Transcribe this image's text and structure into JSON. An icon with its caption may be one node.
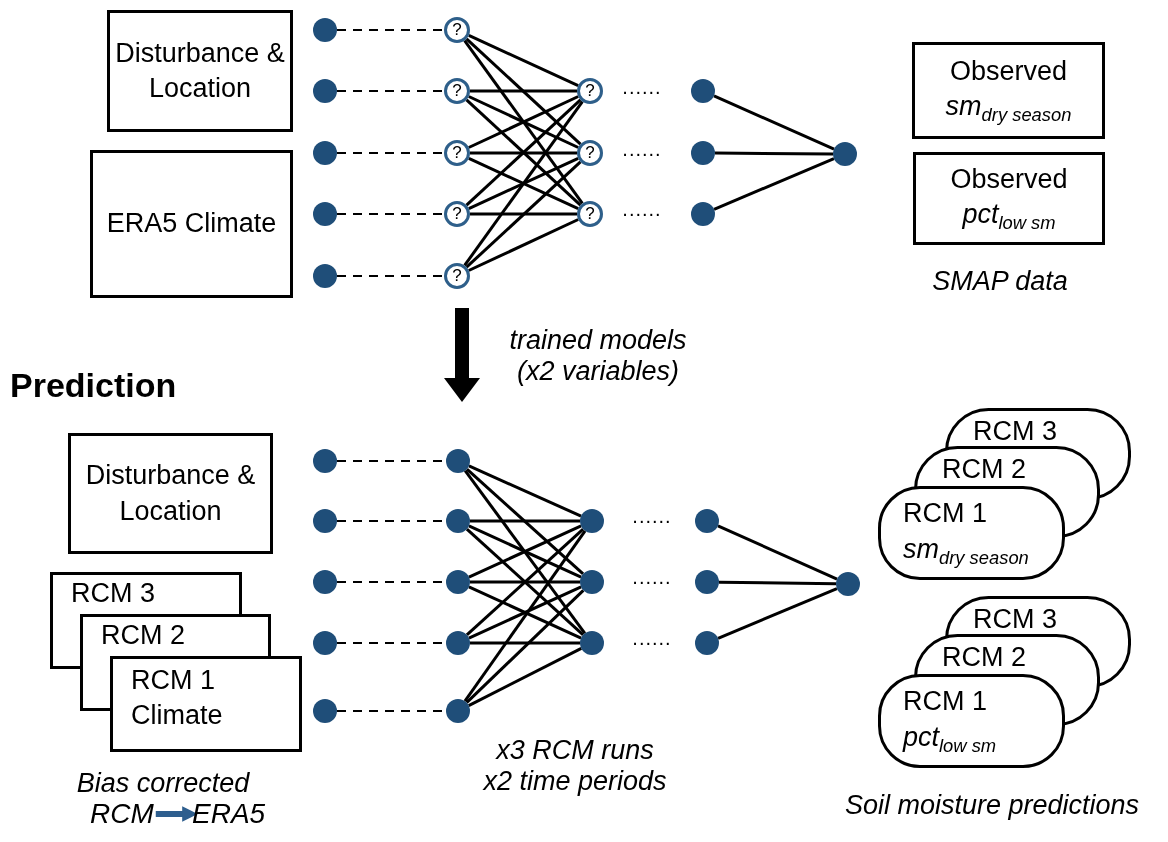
{
  "diagram": {
    "nodes": [
      {
        "text": [
          "Disturbance & Location"
        ]
      },
      {
        "text": [
          "ERA5 Climate"
        ]
      },
      {
        "text": [],
        "shape": "circle"
      },
      {
        "text": [],
        "shape": "circle"
      },
      {
        "text": [],
        "shape": "circle"
      },
      {
        "text": [],
        "shape": "circle"
      },
      {
        "text": [],
        "shape": "circle"
      },
      {
        "text": [
          "?"
        ]
      },
      {
        "text": [
          "?"
        ]
      },
      {
        "text": [
          "?"
        ]
      },
      {
        "text": [
          "?"
        ]
      },
      {
        "text": [
          "?"
        ]
      },
      {
        "text": [
          "?"
        ]
      },
      {
        "text": [
          "?"
        ]
      },
      {
        "text": [
          "?"
        ]
      },
      {
        "text": [],
        "shape": "circle"
      },
      {
        "text": [],
        "shape": "circle"
      },
      {
        "text": [],
        "shape": "circle"
      },
      {
        "text": [],
        "shape": "circle"
      },
      {
        "text": [
          "Observed",
          "sm$_{dry season}$"
        ]
      },
      {
        "text": [
          "Observed",
          "pct$_{low sm}$"
        ]
      },
      {
        "text": [
          "Disturbance & Location"
        ]
      },
      {
        "text": [
          "RCM 3"
        ]
      },
      {
        "text": [
          "RCM 2"
        ]
      },
      {
        "text": [
          "RCM 1 Climate"
        ]
      },
      {
        "text": [
          "RCM"
        ]
      },
      {
        "text": [
          "ERA5"
        ]
      },
      {
        "text": [],
        "shape": "circle"
      },
      {
        "text": [],
        "shape": "circle"
      },
      {
        "text": [],
        "shape": "circle"
      },
      {
        "text": [],
        "shape": "circle"
      },
      {
        "text": [],
        "shape": "circle"
      },
      {
        "text": [],
        "shape": "circle"
      },
      {
        "text": [],
        "shape": "circle"
      },
      {
        "text": [],
        "shape": "circle"
      },
      {
        "text": [],
        "shape": "circle"
      },
      {
        "text": [],
        "shape": "circle"
      },
      {
        "text": [],
        "shape": "circle"
      },
      {
        "text": [],
        "shape": "circle"
      },
      {
        "text": [],
        "shape": "circle"
      },
      {
        "text": [],
        "shape": "circle"
      },
      {
        "text": [],
        "shape": "circle"
      },
      {
        "text": [],
        "shape": "circle"
      },
      {
        "text": [],
        "shape": "circle"
      },
      {
        "text": [
          "RCM 3"
        ]
      },
      {
        "text": [
          "RCM 2"
        ]
      },
      {
        "text": [
          "RCM 1",
          "sm$_{dry season}$"
        ]
      },
      {
        "text": [
          "RCM 3"
        ]
      },
      {
        "text": [
          "RCM 2"
        ]
      },
      {
        "text": [
          "RCM 1",
          "pct$_{low sm}$"
        ]
      }
    ],
    "edges": [
      {
        "from": 2,
        "to": 7,
        "arrow": "none",
        "style": "dashed"
      },
      {
        "from": 3,
        "to": 8,
        "arrow": "none",
        "style": "dashed"
      },
      {
        "from": 4,
        "to": 9,
        "arrow": "none",
        "style": "dashed"
      },
      {
        "from": 5,
        "to": 10,
        "arrow": "none",
        "style": "dashed"
      },
      {
        "from": 6,
        "to": 11,
        "arrow": "none",
        "style": "dashed"
      },
      {
        "from": 7,
        "to": 12,
        "arrow": "none"
      },
      {
        "from": 7,
        "to": 13,
        "arrow": "none"
      },
      {
        "from": 7,
        "to": 14,
        "arrow": "none"
      },
      {
        "from": 8,
        "to": 12,
        "arrow": "none"
      },
      {
        "from": 8,
        "to": 13,
        "arrow": "none"
      },
      {
        "from": 8,
        "to": 14,
        "arrow": "none"
      },
      {
        "from": 9,
        "to": 12,
        "arrow": "none"
      },
      {
        "from": 9,
        "to": 13,
        "arrow": "none"
      },
      {
        "from": 9,
        "to": 14,
        "arrow": "none"
      },
      {
        "from": 10,
        "to": 12,
        "arrow": "none"
      },
      {
        "from": 10,
        "to": 13,
        "arrow": "none"
      },
      {
        "from": 10,
        "to": 14,
        "arrow": "none"
      },
      {
        "from": 11,
        "to": 12,
        "arrow": "none"
      },
      {
        "from": 11,
        "to": 13,
        "arrow": "none"
      },
      {
        "from": 11,
        "to": 14,
        "arrow": "none"
      },
      {
        "from": 15,
        "to": 18,
        "arrow": "none"
      },
      {
        "from": 16,
        "to": 18,
        "arrow": "none"
      },
      {
        "from": 17,
        "to": 18,
        "arrow": "none"
      },
      {
        "from": 25,
        "to": 26,
        "arrow": "to",
        "style": "thick",
        "color": "#2e5e8e"
      },
      {
        "from": 27,
        "to": 32,
        "arrow": "none",
        "style": "dashed"
      },
      {
        "from": 28,
        "to": 33,
        "arrow": "none",
        "style": "dashed"
      },
      {
        "from": 29,
        "to": 34,
        "arrow": "none",
        "style": "dashed"
      },
      {
        "from": 30,
        "to": 35,
        "arrow": "none",
        "style": "dashed"
      },
      {
        "from": 31,
        "to": 36,
        "arrow": "none",
        "style": "dashed"
      },
      {
        "from": 32,
        "to": 37,
        "arrow": "none"
      },
      {
        "from": 32,
        "to": 38,
        "arrow": "none"
      },
      {
        "from": 32,
        "to": 39,
        "arrow": "none"
      },
      {
        "from": 33,
        "to": 37,
        "arrow": "none"
      },
      {
        "from": 33,
        "to": 38,
        "arrow": "none"
      },
      {
        "from": 33,
        "to": 39,
        "arrow": "none"
      },
      {
        "from": 34,
        "to": 37,
        "arrow": "none"
      },
      {
        "from": 34,
        "to": 38,
        "arrow": "none"
      },
      {
        "from": 34,
        "to": 39,
        "arrow": "none"
      },
      {
        "from": 35,
        "to": 37,
        "arrow": "none"
      },
      {
        "from": 35,
        "to": 38,
        "arrow": "none"
      },
      {
        "from": 35,
        "to": 39,
        "arrow": "none"
      },
      {
        "from": 36,
        "to": 37,
        "arrow": "none"
      },
      {
        "from": 36,
        "to": 38,
        "arrow": "none"
      },
      {
        "from": 36,
        "to": 39,
        "arrow": "none"
      },
      {
        "from": 40,
        "to": 43,
        "arrow": "none"
      },
      {
        "from": 41,
        "to": 43,
        "arrow": "none"
      },
      {
        "from": 42,
        "to": 43,
        "arrow": "none"
      }
    ],
    "labels": [
      "......",
      "......",
      "......",
      "SMAP data",
      "trained models (x2 variables)",
      "Prediction",
      "......",
      "......",
      "......",
      "Bias corrected",
      "x3 RCM runs x2 time periods",
      "Soil moisture predictions"
    ]
  }
}
